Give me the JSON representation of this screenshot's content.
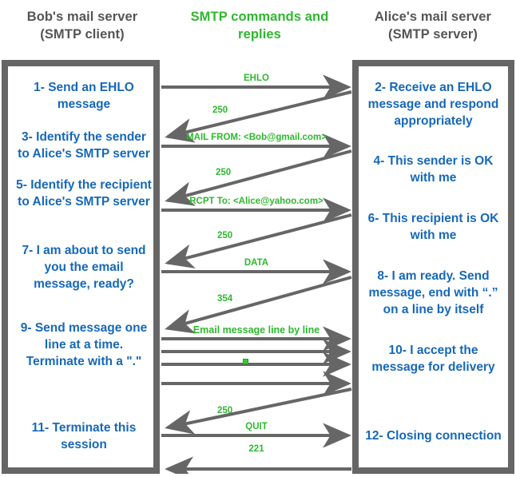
{
  "headings": {
    "left": "Bob's mail server\n(SMTP client)",
    "left_line1": "Bob's mail server",
    "left_line2": "(SMTP client)",
    "middle_line1": "SMTP commands and",
    "middle_line2": "replies",
    "right_line1": "Alice's mail server",
    "right_line2": "(SMTP server)"
  },
  "colors": {
    "client_text": "#1668b8",
    "heading_gray": "#555555",
    "protocol_green": "#2eb82e",
    "arrow_gray": "#666666",
    "panel_border": "#666666",
    "marker_green": "#33cc33"
  },
  "client_steps": [
    {
      "id": 1,
      "text": "1- Send an EHLO message"
    },
    {
      "id": 3,
      "text": "3- Identify the sender to Alice's SMTP server"
    },
    {
      "id": 5,
      "text": "5- Identify the recipient to Alice's SMTP server"
    },
    {
      "id": 7,
      "text": "7- I am about to send you the email message, ready?"
    },
    {
      "id": 9,
      "text": "9- Send message one line at a time. Terminate with a \".\""
    },
    {
      "id": 11,
      "text": "11- Terminate this session"
    }
  ],
  "server_steps": [
    {
      "id": 2,
      "text": "2- Receive an EHLO message and respond appropriately"
    },
    {
      "id": 4,
      "text": "4- This sender is OK with me"
    },
    {
      "id": 6,
      "text": "6- This recipient is OK with me"
    },
    {
      "id": 8,
      "text": "8-  I am ready. Send message, end with “.” on a line by itself"
    },
    {
      "id": 10,
      "text": "10-  I accept the message for delivery"
    },
    {
      "id": 12,
      "text": "12-  Closing connection"
    }
  ],
  "messages": [
    {
      "label": "EHLO",
      "direction": "client-to-server",
      "kind": "command"
    },
    {
      "label": "250",
      "direction": "server-to-client",
      "kind": "reply"
    },
    {
      "label": "MAIL FROM: <Bob@gmail.com>",
      "direction": "client-to-server",
      "kind": "command"
    },
    {
      "label": "250",
      "direction": "server-to-client",
      "kind": "reply"
    },
    {
      "label": "RCPT To: <Alice@yahoo.com>",
      "direction": "client-to-server",
      "kind": "command"
    },
    {
      "label": "250",
      "direction": "server-to-client",
      "kind": "reply"
    },
    {
      "label": "DATA",
      "direction": "client-to-server",
      "kind": "command"
    },
    {
      "label": "354",
      "direction": "server-to-client",
      "kind": "reply"
    },
    {
      "label": "Email message line by line",
      "direction": "client-to-server",
      "kind": "command"
    },
    {
      "label": "",
      "direction": "client-to-server",
      "kind": "data-line"
    },
    {
      "label": "",
      "direction": "client-to-server",
      "kind": "data-line"
    },
    {
      "label": "",
      "direction": "client-to-server",
      "kind": "terminator"
    },
    {
      "label": "250",
      "direction": "server-to-client",
      "kind": "reply"
    },
    {
      "label": "QUIT",
      "direction": "client-to-server",
      "kind": "command"
    },
    {
      "label": "221",
      "direction": "server-to-client",
      "kind": "reply"
    }
  ],
  "markers": {
    "dot_terminator": "."
  }
}
